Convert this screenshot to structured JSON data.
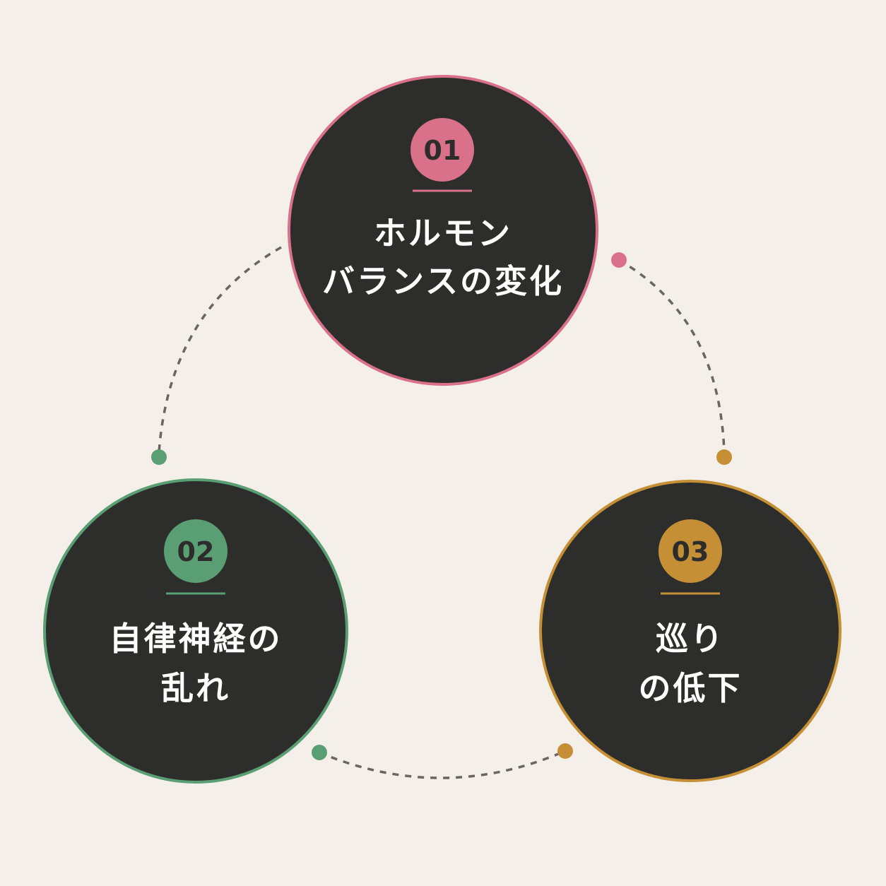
{
  "colors": {
    "background": "#f4efe9",
    "node_fill": "#2d2d2b",
    "connector": "#6b6560",
    "node_1": "#d9718a",
    "node_2": "#5a9e74",
    "node_3": "#c48f35"
  },
  "nodes": [
    {
      "number": "01",
      "lines": [
        "ホルモン",
        "バランスの変化"
      ],
      "color_key": "node_1"
    },
    {
      "number": "02",
      "lines": [
        "自律神経の",
        "乱れ"
      ],
      "color_key": "node_2"
    },
    {
      "number": "03",
      "lines": [
        "巡り",
        "の低下"
      ],
      "color_key": "node_3"
    }
  ]
}
